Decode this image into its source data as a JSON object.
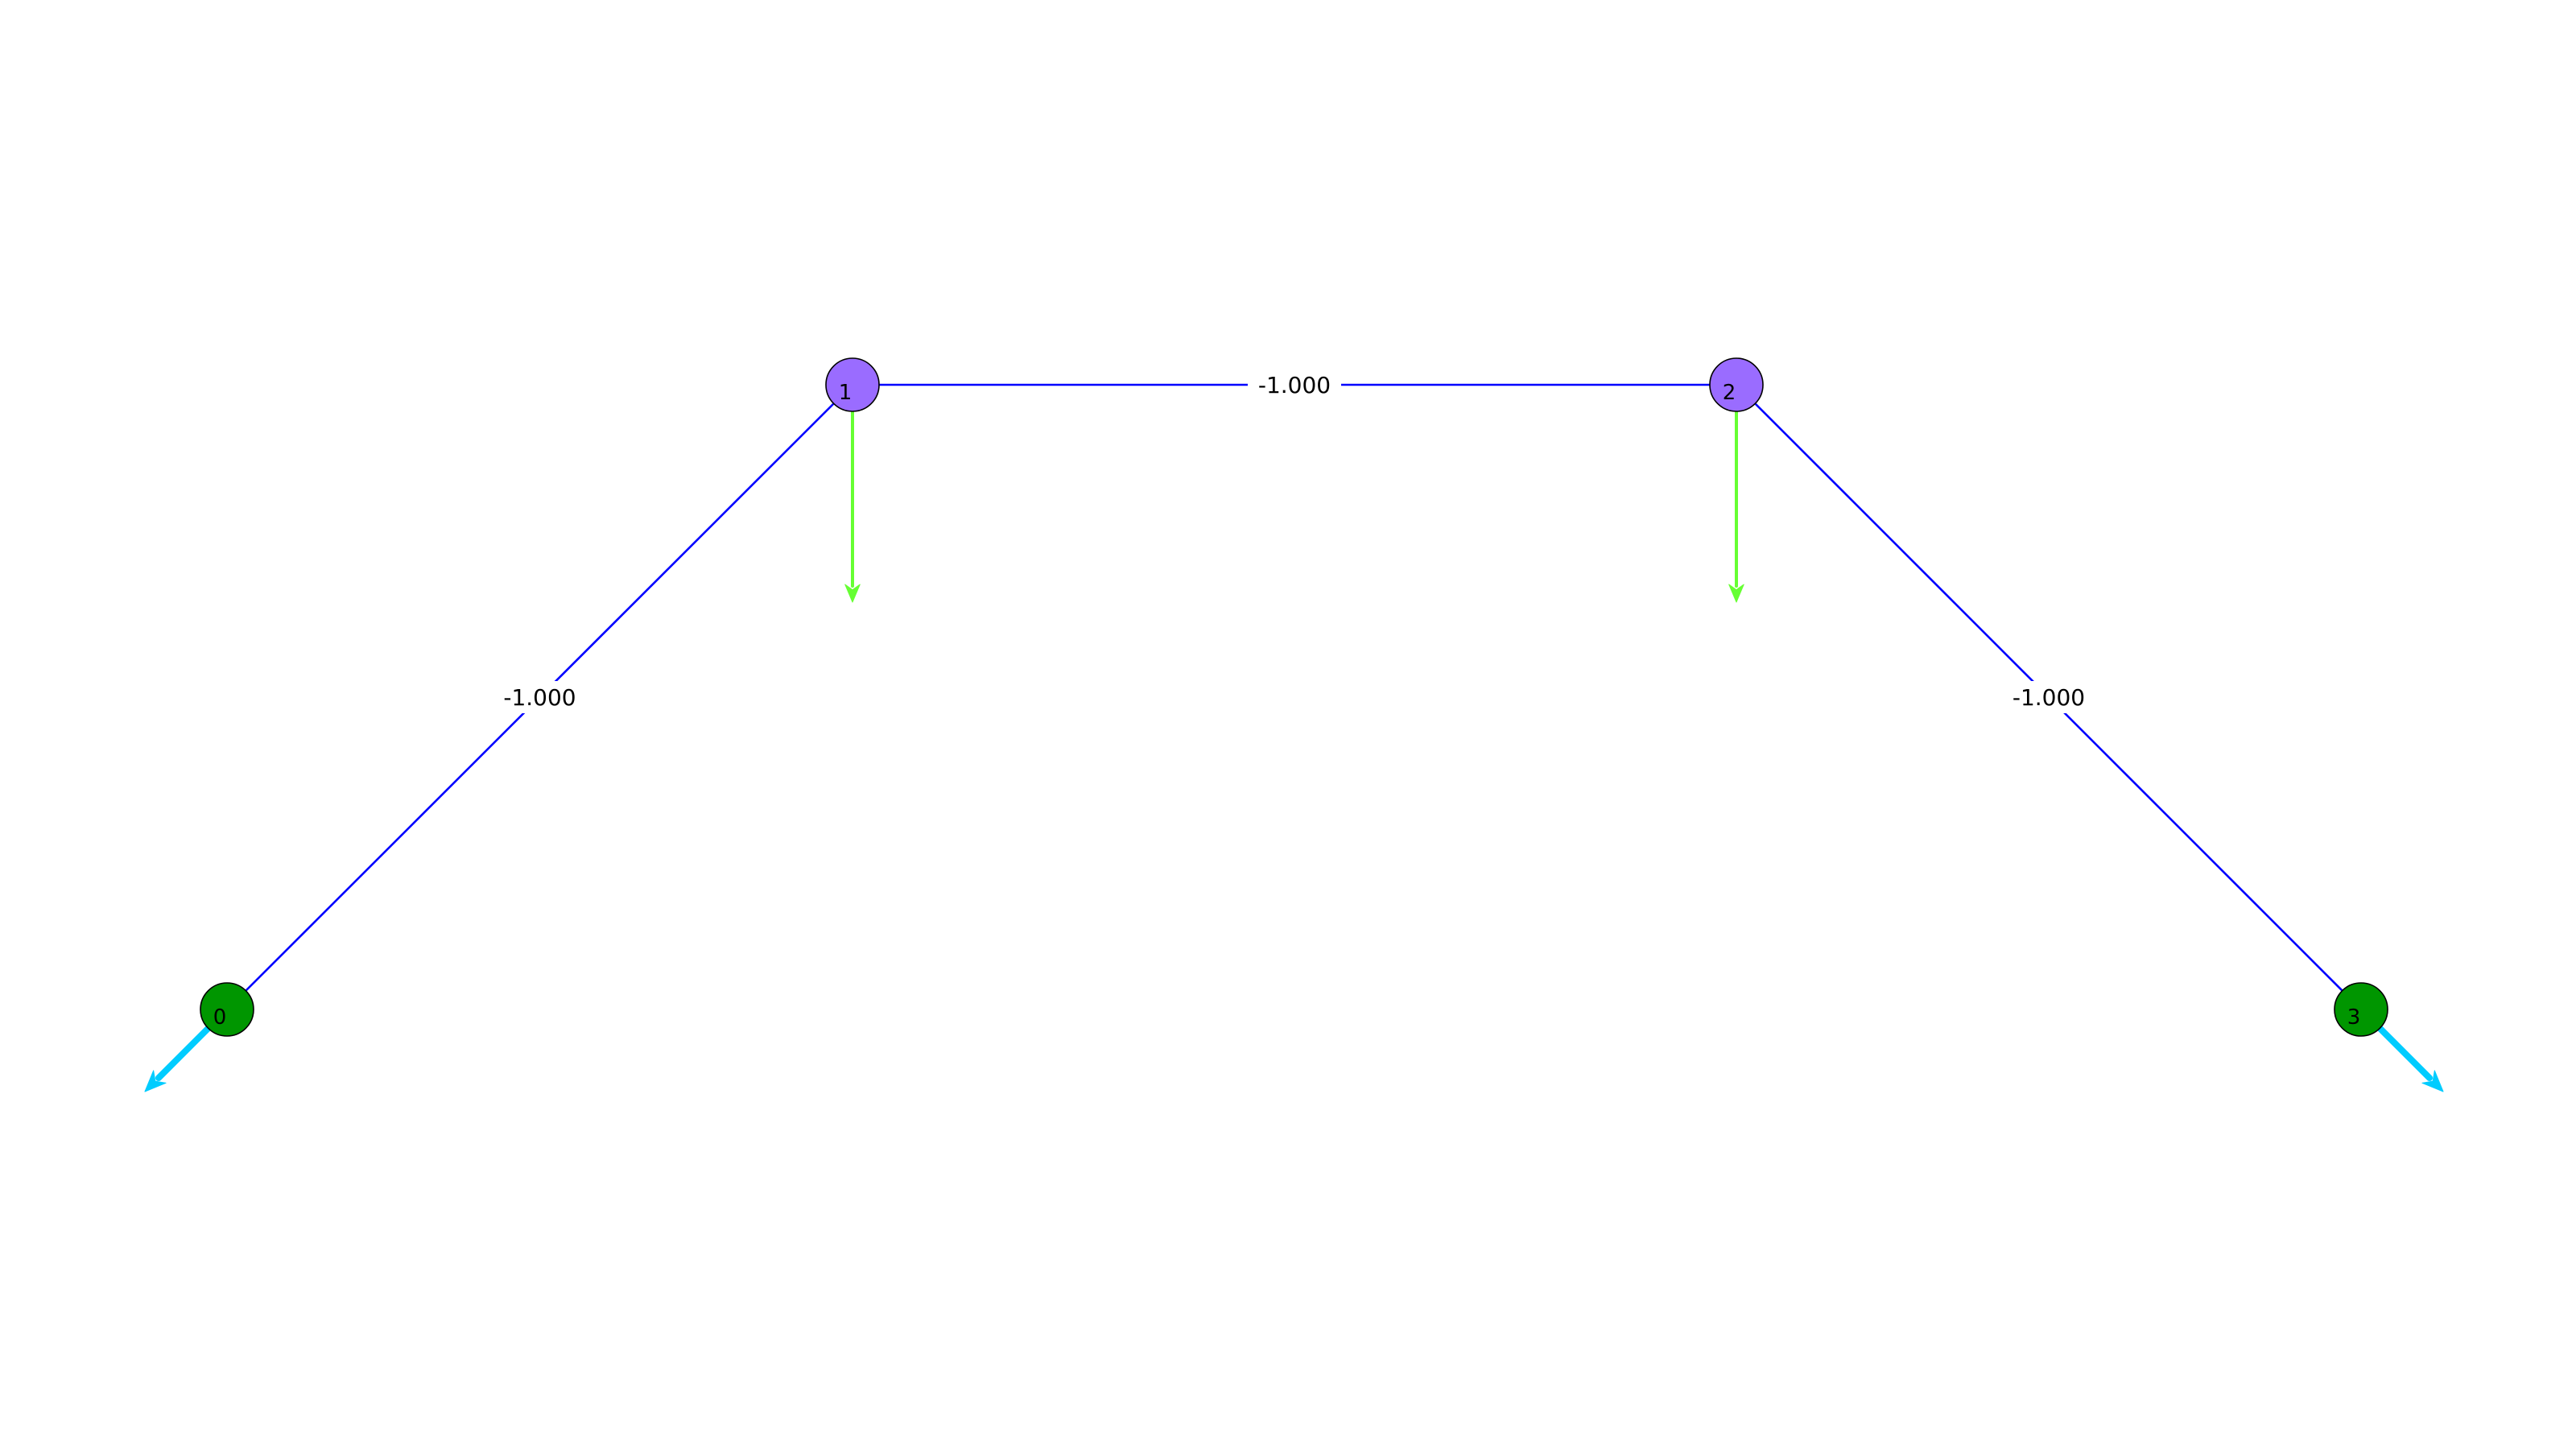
{
  "colors": {
    "member": "#0000ff",
    "free_node": "#009600",
    "loaded_node": "#9a6cff",
    "load_arrow": "#66ff33",
    "reaction_arrow": "#00ccff",
    "outline": "#000000"
  },
  "nodes": [
    {
      "id": "0",
      "label": "0",
      "type": "support"
    },
    {
      "id": "1",
      "label": "1",
      "type": "loaded"
    },
    {
      "id": "2",
      "label": "2",
      "type": "loaded"
    },
    {
      "id": "3",
      "label": "3",
      "type": "support"
    }
  ],
  "members": [
    {
      "from": "0",
      "to": "1",
      "label": "-1.000"
    },
    {
      "from": "1",
      "to": "2",
      "label": "-1.000"
    },
    {
      "from": "2",
      "to": "3",
      "label": "-1.000"
    }
  ],
  "loads": [
    {
      "node": "1",
      "direction": "down"
    },
    {
      "node": "2",
      "direction": "down"
    }
  ],
  "reactions": [
    {
      "node": "0",
      "direction": "down-left"
    },
    {
      "node": "3",
      "direction": "down-right"
    }
  ]
}
